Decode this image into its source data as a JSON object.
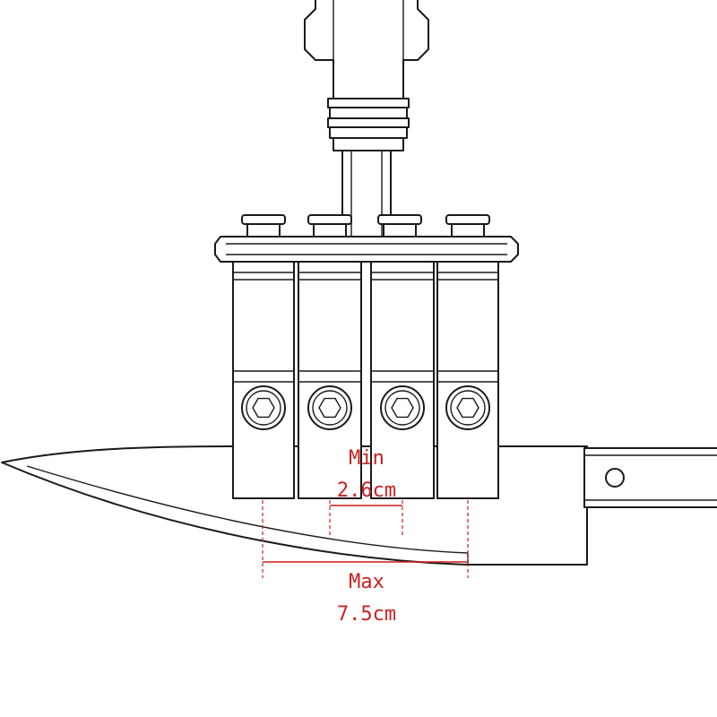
{
  "labels": {
    "min_title": "Min",
    "min_value": "2.6cm",
    "max_title": "Max",
    "max_value": "7.5cm"
  },
  "colors": {
    "line": "#1a1a1a",
    "dimension": "#cc1f1f",
    "background": "#ffffff"
  }
}
